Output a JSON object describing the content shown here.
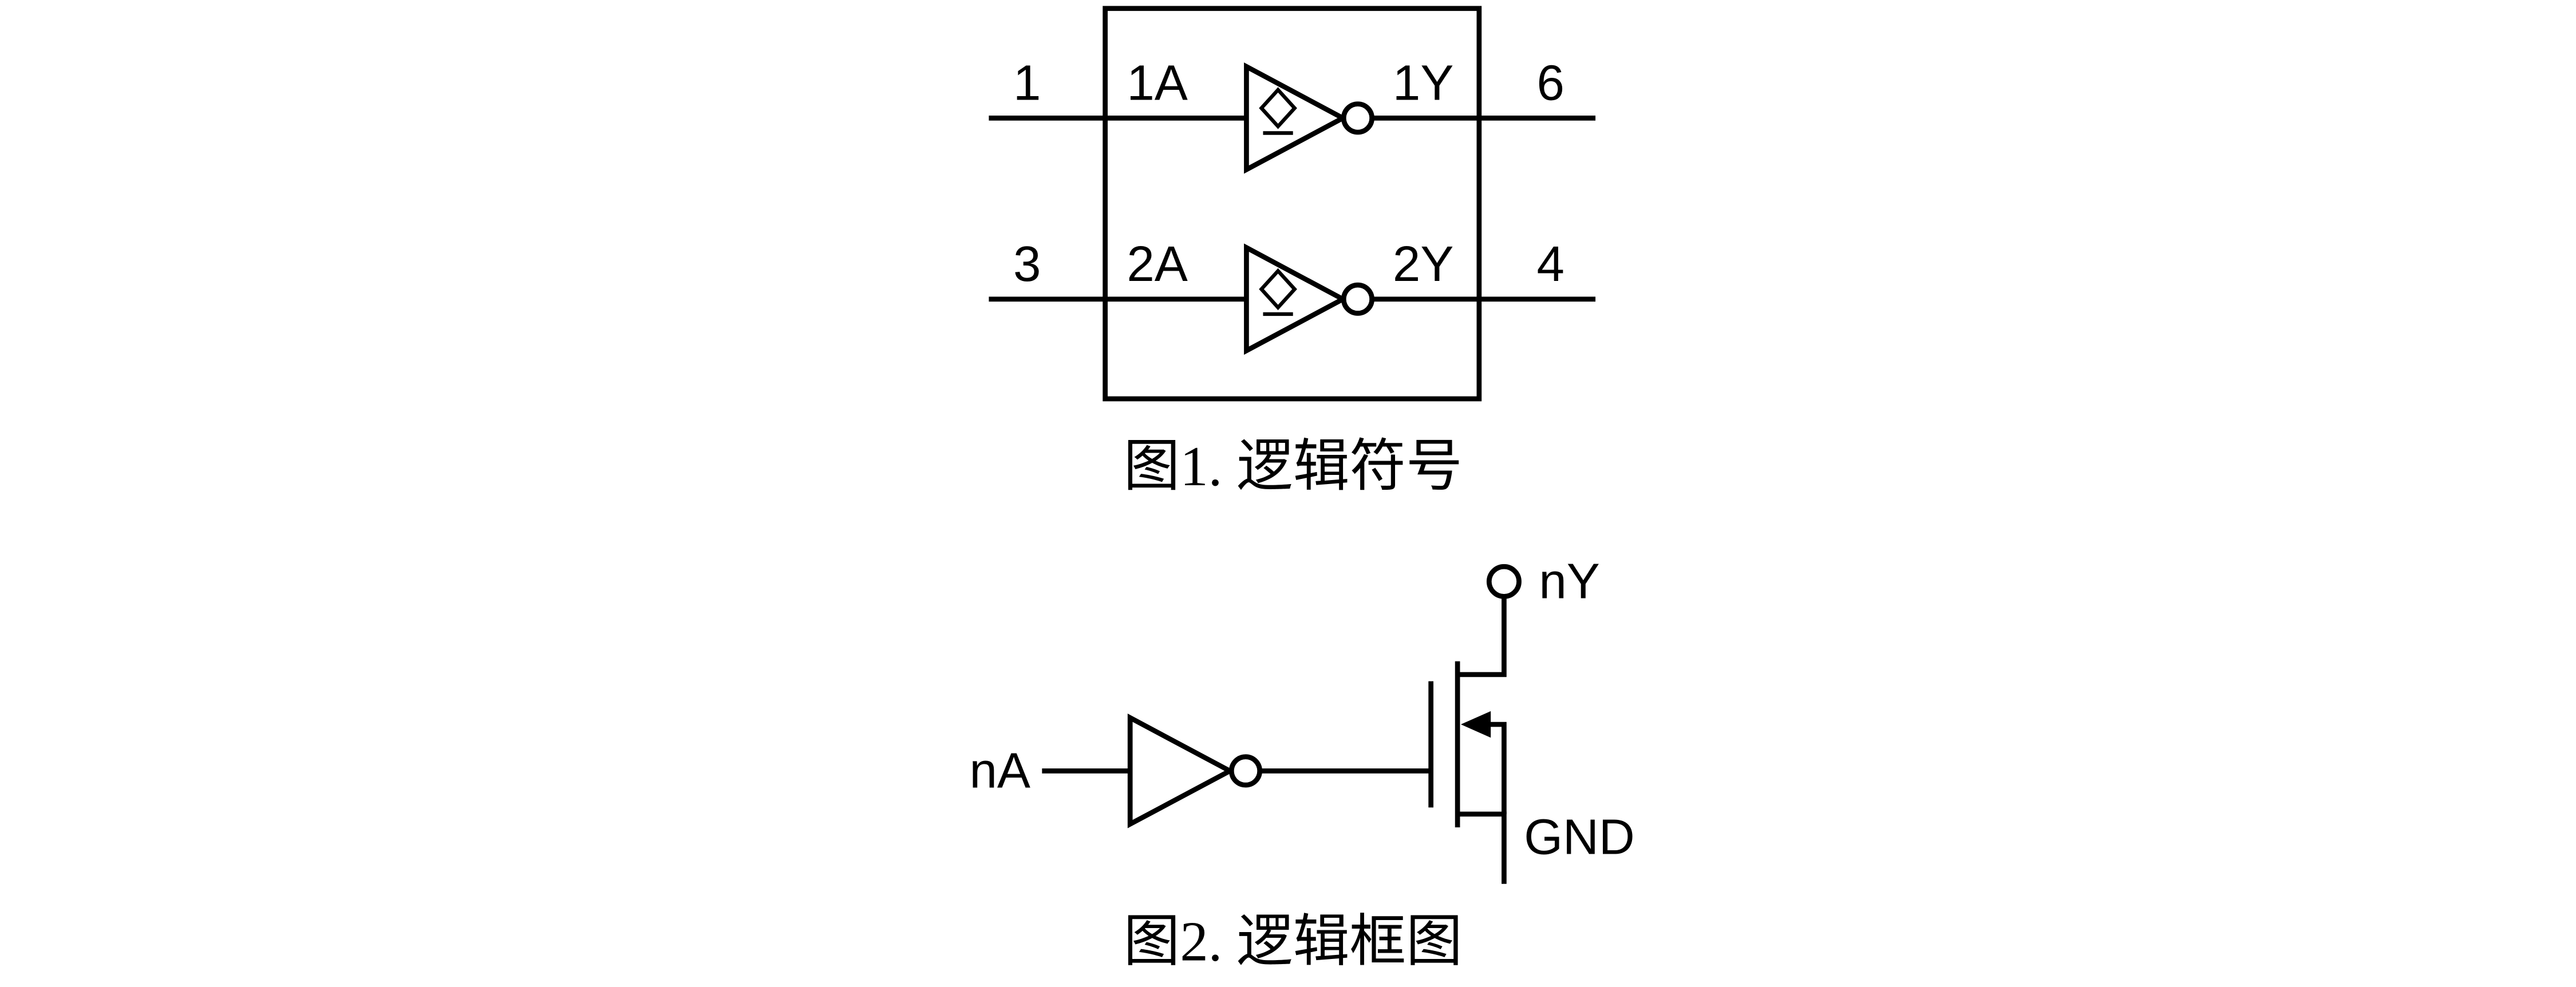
{
  "figure1": {
    "caption": "图1. 逻辑符号",
    "gates": [
      {
        "pin_in": "1",
        "input_label": "1A",
        "output_label": "1Y",
        "pin_out": "6"
      },
      {
        "pin_in": "3",
        "input_label": "2A",
        "output_label": "2Y",
        "pin_out": "4"
      }
    ]
  },
  "figure2": {
    "caption": "图2. 逻辑框图",
    "input_label": "nA",
    "output_label": "nY",
    "ground_label": "GND"
  },
  "colors": {
    "line": "#000000",
    "background": "#ffffff"
  }
}
